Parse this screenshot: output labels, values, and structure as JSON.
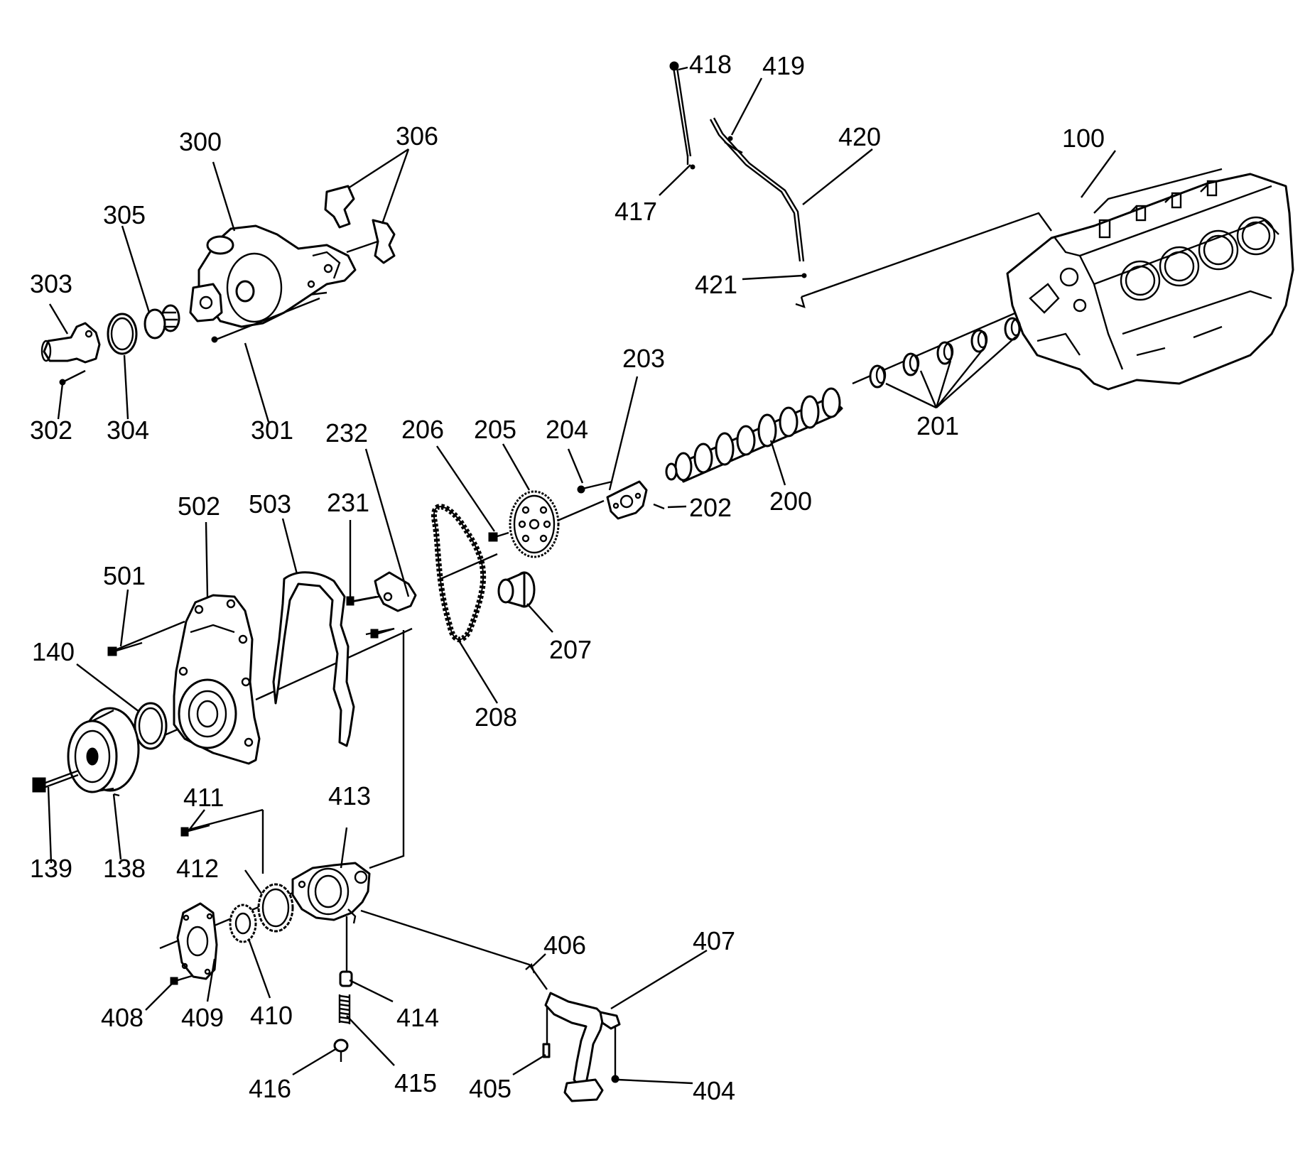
{
  "diagram": {
    "labels": {
      "l100": "100",
      "l138": "138",
      "l139": "139",
      "l140": "140",
      "l200": "200",
      "l201": "201",
      "l202": "202",
      "l203": "203",
      "l204": "204",
      "l205": "205",
      "l206": "206",
      "l207": "207",
      "l208": "208",
      "l231": "231",
      "l232": "232",
      "l300": "300",
      "l301": "301",
      "l302": "302",
      "l303": "303",
      "l304": "304",
      "l305": "305",
      "l306": "306",
      "l404": "404",
      "l405": "405",
      "l406": "406",
      "l407": "407",
      "l408": "408",
      "l409": "409",
      "l410": "410",
      "l411": "411",
      "l412": "412",
      "l413": "413",
      "l414": "414",
      "l415": "415",
      "l416": "416",
      "l417": "417",
      "l418": "418",
      "l419": "419",
      "l420": "420",
      "l421": "421",
      "l501": "501",
      "l502": "502",
      "l503": "503"
    }
  }
}
